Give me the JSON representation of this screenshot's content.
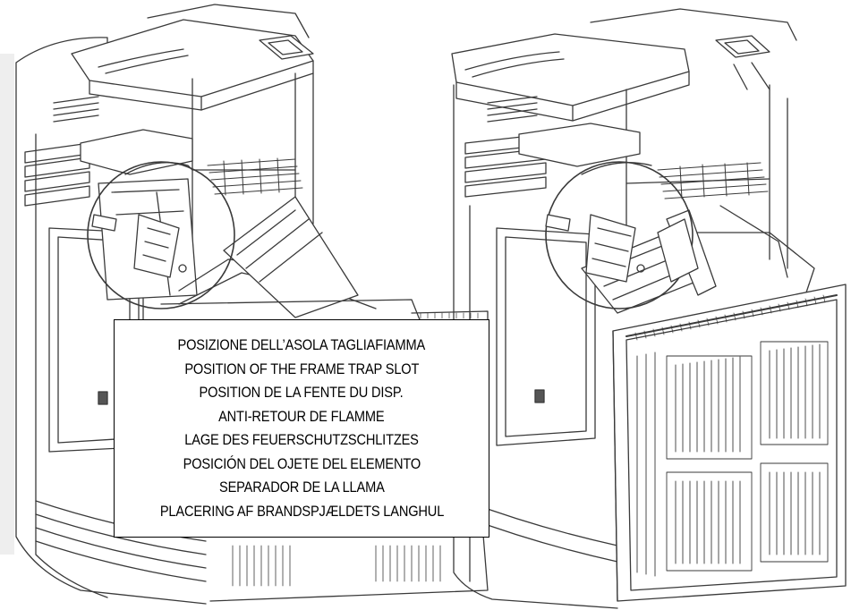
{
  "caption": {
    "lines": [
      "POSIZIONE DELL’ASOLA TAGLIAFIAMMA",
      "POSITION OF THE FRAME TRAP SLOT",
      "POSITION DE LA FENTE DU DISP.",
      "ANTI-RETOUR DE FLAMME",
      "LAGE DES FEUERSCHUTZSCHLITZES",
      "POSICIÓN DEL OJETE DEL ELEMENTO",
      "SEPARADOR DE LA LLAMA",
      "PLACERING AF BRANDSPJÆLDETS LANGHUL"
    ]
  },
  "colors": {
    "line": "#3a3a3a",
    "shade": "#d9d9d9",
    "background": "#ffffff"
  }
}
